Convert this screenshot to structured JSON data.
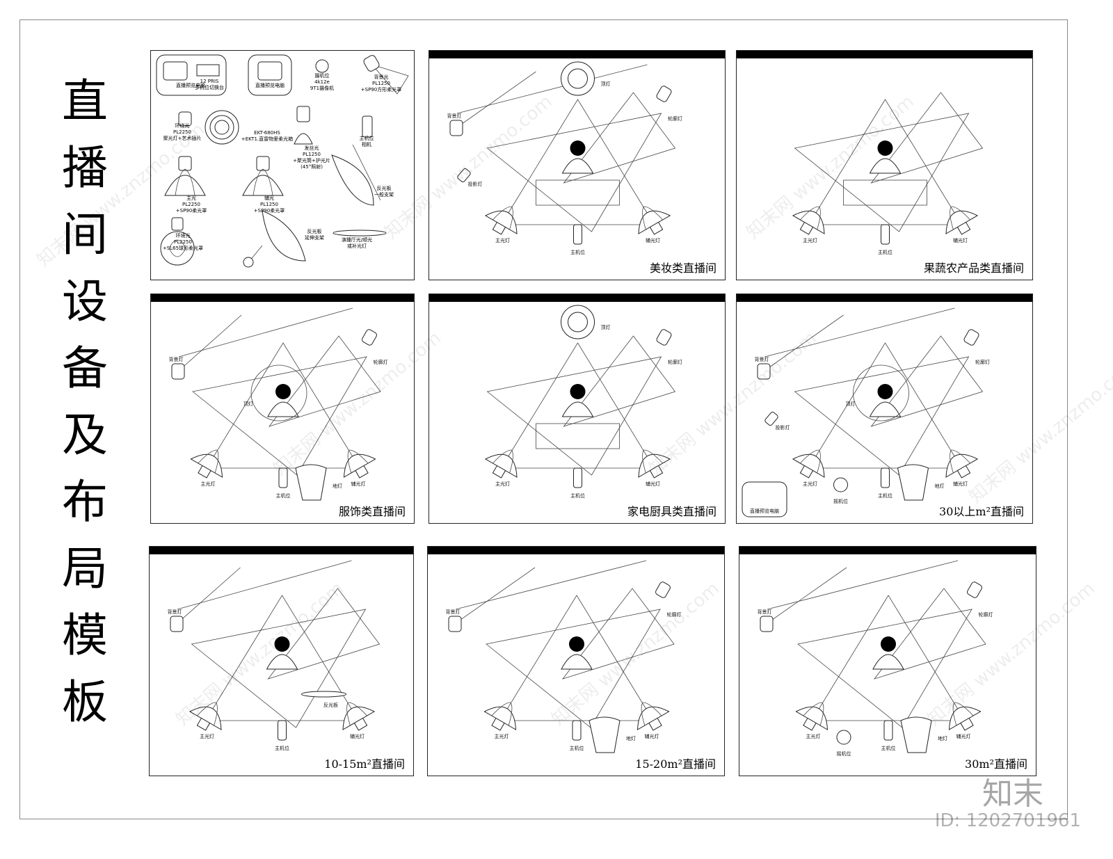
{
  "title": "直播间设备及布局模板",
  "legend": {
    "items": [
      {
        "label": "直播预览电脑"
      },
      {
        "label": "12 PRIS\n多机位切换台"
      },
      {
        "label": "直播预览电脑"
      },
      {
        "label": "摄机位\n4k12e\n9T1摄像机"
      },
      {
        "label": "背景光\nPL1250\n+SP90方形柔光罩"
      },
      {
        "label": "环绕光\nPL2250\n聚光灯+艺术插片"
      },
      {
        "label": "EKT-680HS\n+EKT1.直雷物爱柔光箱"
      },
      {
        "label": "发丝光\nPL1250\n+聚光筒+护光片\n(45°照射)"
      },
      {
        "label": "主机位\n相机"
      },
      {
        "label": "主光\nPL2250\n+SP90柔光罩"
      },
      {
        "label": "辅光\nPL1250\n+SP90柔光罩"
      },
      {
        "label": "反光板\n一般支架"
      },
      {
        "label": "环境光\nPL2250\n+SL65球形柔光罩"
      },
      {
        "label": "反光板\n延伸支架"
      },
      {
        "label": "演播厅光/顺光\n或补光灯"
      }
    ]
  },
  "labels": {
    "background_light": "背景灯",
    "top_light": "顶灯",
    "contour_light": "轮廓灯",
    "projection_light": "投影灯",
    "main_light": "主光灯",
    "fill_light": "辅光灯",
    "camera_position": "主机位",
    "ground_light": "地灯",
    "rocker_position": "摇机位",
    "reflector": "反光板",
    "preview_pc": "直播预览电脑"
  },
  "panels": [
    {
      "title": "美妆类直播间"
    },
    {
      "title": "果蔬农产品类直播间"
    },
    {
      "title": "服饰类直播间"
    },
    {
      "title": "家电厨具类直播间"
    },
    {
      "title": "30以上m²直播间"
    },
    {
      "title": "10-15m²直播间"
    },
    {
      "title": "15-20m²直播间"
    },
    {
      "title": "30m²直播间"
    }
  ],
  "watermark": "知末网 www.znzmo.com",
  "brand": "知末",
  "image_id": "ID: 1202701961"
}
